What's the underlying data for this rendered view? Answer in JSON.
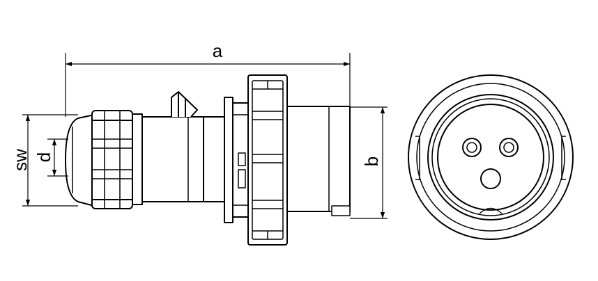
{
  "dimensions": {
    "a": "a",
    "b": "b",
    "sw": "sw",
    "d": "d"
  }
}
